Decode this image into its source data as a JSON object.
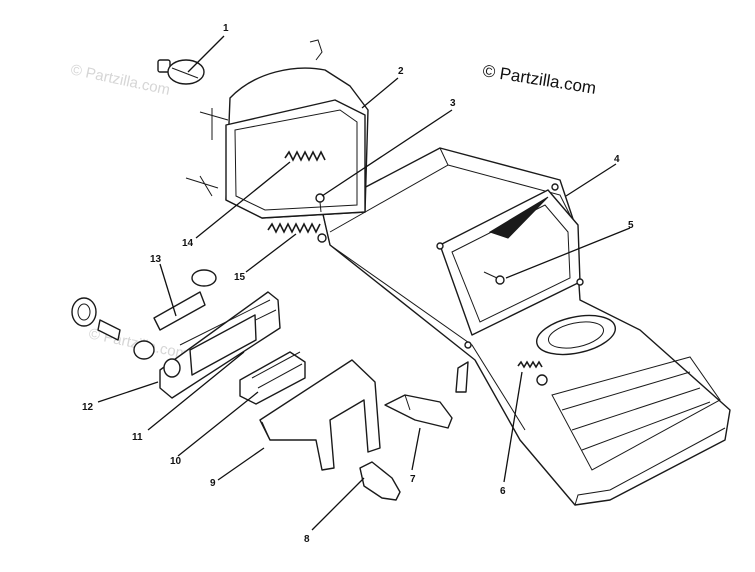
{
  "copyright": "© Partzilla.com",
  "watermark": "© Partzilla.com",
  "callouts": [
    {
      "id": "callout-1",
      "label": "1"
    },
    {
      "id": "callout-2",
      "label": "2"
    },
    {
      "id": "callout-3",
      "label": "3"
    },
    {
      "id": "callout-4",
      "label": "4"
    },
    {
      "id": "callout-5",
      "label": "5"
    },
    {
      "id": "callout-6",
      "label": "6"
    },
    {
      "id": "callout-7",
      "label": "7"
    },
    {
      "id": "callout-8",
      "label": "8"
    },
    {
      "id": "callout-9",
      "label": "9"
    },
    {
      "id": "callout-10",
      "label": "10"
    },
    {
      "id": "callout-11",
      "label": "11"
    },
    {
      "id": "callout-12",
      "label": "12"
    },
    {
      "id": "callout-13",
      "label": "13"
    },
    {
      "id": "callout-14",
      "label": "14"
    },
    {
      "id": "callout-15",
      "label": "15"
    }
  ],
  "colors": {
    "line": "#1a1a1a",
    "background": "#ffffff",
    "watermark": "#d6d6d6"
  }
}
